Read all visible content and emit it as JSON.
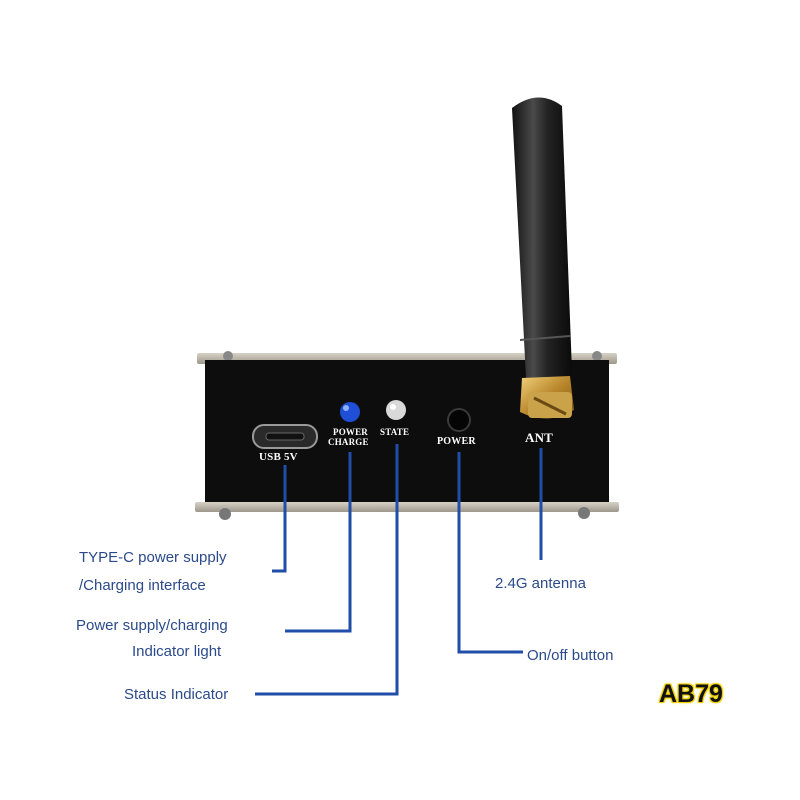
{
  "device": {
    "port_labels": {
      "usb": "USB 5V",
      "power_charge_line1": "POWER",
      "power_charge_line2": "CHARGE",
      "state": "STATE",
      "power": "POWER",
      "ant": "ANT"
    }
  },
  "callouts": {
    "type_c_line1": "TYPE-C power supply",
    "type_c_line2": "/Charging interface",
    "power_indicator_line1": "Power supply/charging",
    "power_indicator_line2": "Indicator light",
    "status_indicator": "Status Indicator",
    "antenna": "2.4G antenna",
    "on_off": "On/off button"
  },
  "watermark": "AB79",
  "colors": {
    "leader_line": "#1f4da8",
    "callout_text": "#2b4a8a",
    "panel": "#0d0d0d",
    "antenna_connector": "#c9a24a",
    "charge_led": "#1e4fd6"
  }
}
